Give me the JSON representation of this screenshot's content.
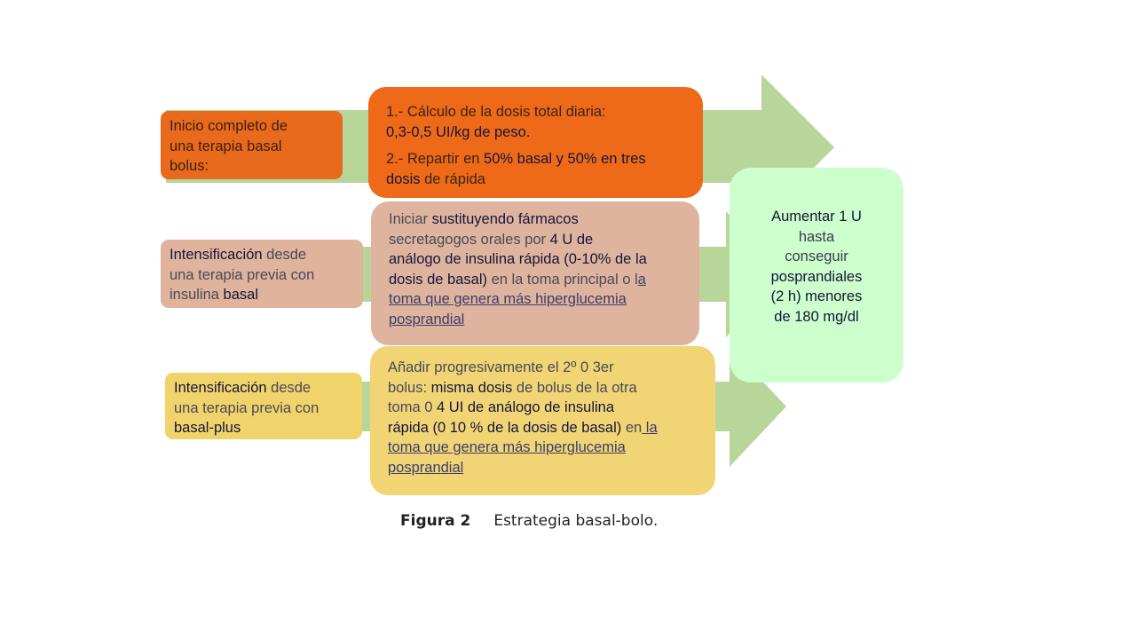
{
  "colors": {
    "arrow": "#b8d69a",
    "row1": "#ee6a18",
    "row2": "#dfb49e",
    "row3": "#f1d575",
    "result": "#ccffcc",
    "dark_text": "#15153a"
  },
  "rows": [
    {
      "label": [
        "Inicio completo de",
        "una terapia basal",
        "bolus:"
      ],
      "content": {
        "step1_line1": "1.- Cálculo de la dosis total diaria:",
        "step1_line2": "0,3-0,5 UI/kg de peso.",
        "step2_prefix": "2.- Repartir en ",
        "step2_bold": " 50% basal y 50% en tres",
        "step2_line2_bold": "dosis",
        "step2_line2_rest": " de rápida"
      }
    },
    {
      "label": {
        "l1_bold": "Intensificación",
        "l1_rest": " desde",
        "l2": "una terapia previa con",
        "l3_light": "insulina ",
        "l3_bold": "basal"
      },
      "content": {
        "l1_a": "Iniciar ",
        "l1_b": "sustituyendo fármacos",
        "l2_a": "secretagogos orales por ",
        "l2_b": "4 U de",
        "l3": "análogo de insulina rápida (0-10% de la",
        "l4_a": "dosis de basal)",
        "l4_b": "  en la toma principal o l",
        "l4_c": "a",
        "l5": "toma que genera más hiperglucemia",
        "l6": "posprandial"
      }
    },
    {
      "label": {
        "l1_bold": "Intensificación",
        "l1_rest": " desde",
        "l2": "una terapia previa con",
        "l3": "basal-plus"
      },
      "content": {
        "l1": "Añadir progresivamente el 2º 0 3er",
        "l2_a": "bolus: ",
        "l2_b": "misma dosis",
        "l2_c": " de bolus de la otra",
        "l3_a": "toma 0 ",
        "l3_b": "4 UI de análogo de insulina",
        "l4_a": "rápida (0 10 % de  la dosis de basal)",
        "l4_b": "  en",
        "l4_c": " la",
        "l5": "toma que genera más hiperglucemia",
        "l6": "posprandial"
      }
    }
  ],
  "result": {
    "l1": "Aumentar 1 U",
    "l2": "hasta",
    "l3": "conseguir",
    "l4": "posprandiales",
    "l5": "(2 h) menores",
    "l6": "de 180 mg/dl"
  },
  "caption": {
    "number": "Figura 2",
    "text": "Estrategia basal-bolo."
  }
}
